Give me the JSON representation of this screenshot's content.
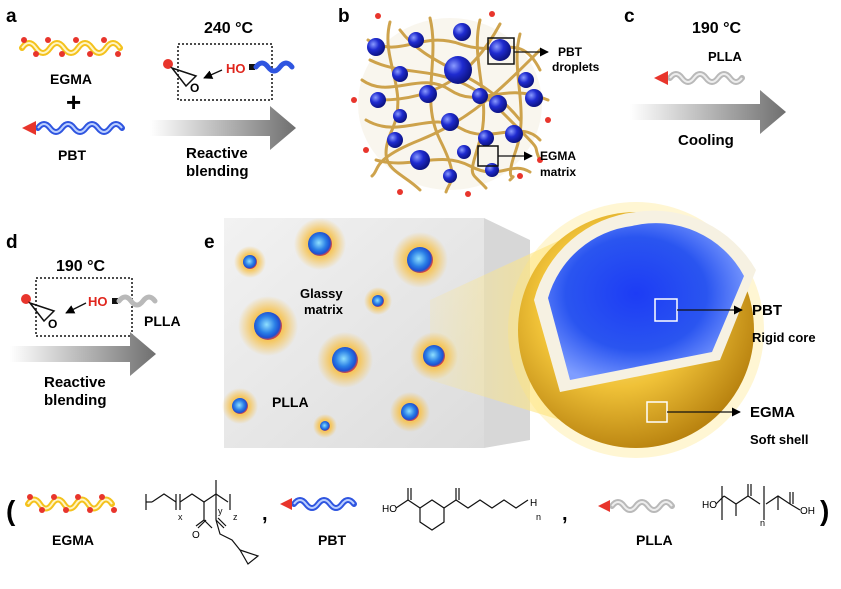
{
  "panels": {
    "a": {
      "letter": "a",
      "egma_label": "EGMA",
      "plus": "+",
      "pbt_label": "PBT",
      "temperature": "240 °C",
      "ho": "HO",
      "process_line1": "Reactive",
      "process_line2": "blending"
    },
    "b": {
      "letter": "b",
      "pbt_line1": "PBT",
      "pbt_line2": "droplets",
      "egma_line1": "EGMA",
      "egma_line2": "matrix"
    },
    "c": {
      "letter": "c",
      "temperature": "190 °C",
      "plla_label": "PLLA",
      "process": "Cooling"
    },
    "d": {
      "letter": "d",
      "temperature": "190 °C",
      "ho": "HO",
      "plla_label": "PLLA",
      "process_line1": "Reactive",
      "process_line2": "blending"
    },
    "e": {
      "letter": "e",
      "glassy_line1": "Glassy",
      "glassy_line2": "matrix",
      "plla_label": "PLLA",
      "pbt_label": "PBT",
      "pbt_desc": "Rigid core",
      "egma_label": "EGMA",
      "egma_desc": "Soft shell"
    }
  },
  "legend": {
    "open_paren": "(",
    "close_paren": ")",
    "comma1": ",",
    "comma2": ",",
    "egma_label": "EGMA",
    "pbt_label": "PBT",
    "plla_label": "PLLA",
    "sub_x": "x",
    "sub_y": "y",
    "sub_z": "z",
    "sub_n1": "n",
    "sub_n2": "n",
    "h": "H",
    "ho1": "HO",
    "ho2": "HO",
    "oh": "OH",
    "o": "O"
  },
  "colors": {
    "egma_chain": "#f4c21d",
    "epoxy_dot": "#e8352c",
    "pbt_chain": "#2f55e0",
    "plla_chain": "#b9b9b9",
    "pbt_bead": "#1a24c8",
    "matrix_fiber": "#c99a3a",
    "shell_gold": "#e8b830",
    "arrow_gray": "#7d7d7d"
  }
}
